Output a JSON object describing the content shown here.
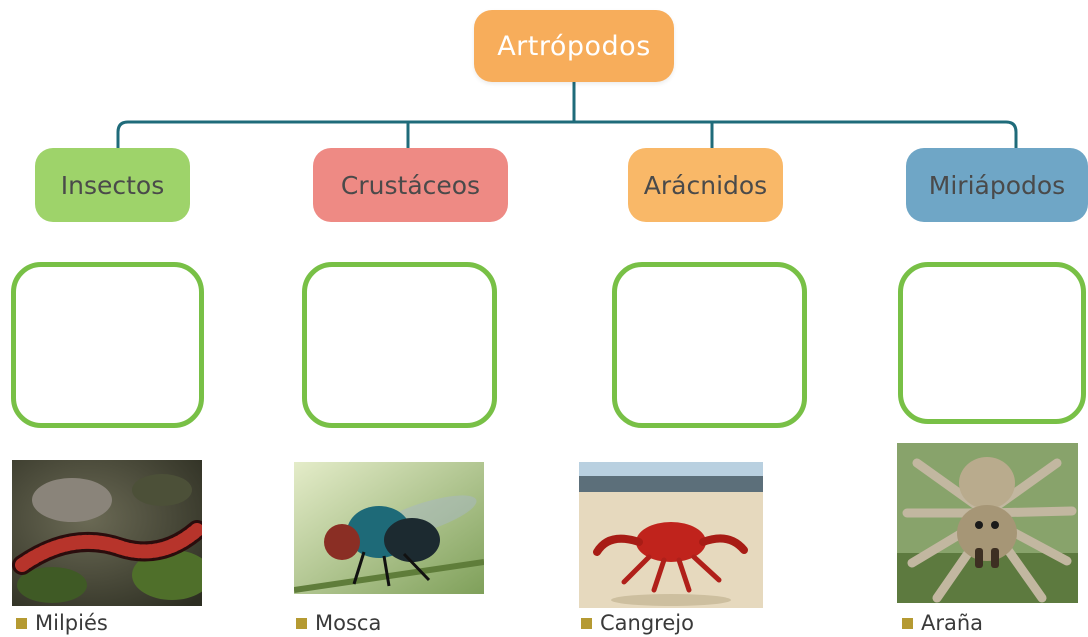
{
  "root": {
    "label": "Artrópodos"
  },
  "categories": [
    {
      "label": "Insectos",
      "color": "#9ed36a"
    },
    {
      "label": "Crustáceos",
      "color": "#ee8a84"
    },
    {
      "label": "Arácnidos",
      "color": "#f9b868"
    },
    {
      "label": "Miriápodos",
      "color": "#6fa6c6"
    }
  ],
  "answer_box_border_color": "#78c046",
  "connector_color": "#1f6b7a",
  "animals": [
    {
      "caption": "Milpiés",
      "icon": "millipede-photo"
    },
    {
      "caption": "Mosca",
      "icon": "fly-photo"
    },
    {
      "caption": "Cangrejo",
      "icon": "crab-photo"
    },
    {
      "caption": "Araña",
      "icon": "spider-photo"
    }
  ]
}
